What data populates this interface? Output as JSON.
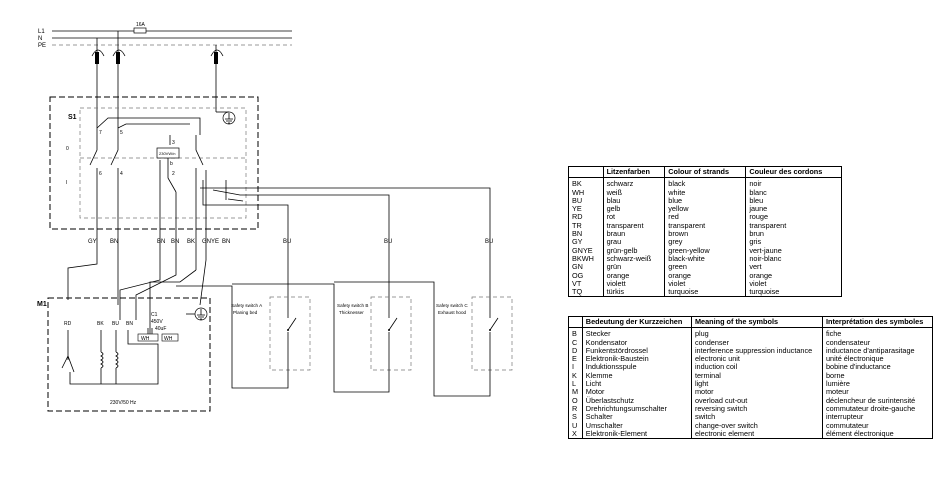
{
  "schematic": {
    "lines": [
      "L1",
      "N",
      "PE"
    ],
    "fuse": "16A",
    "switch": {
      "name": "S1",
      "pin_top": [
        "7",
        "5",
        "3"
      ],
      "pin_bottom": [
        "6",
        "4",
        "2"
      ],
      "left_labels": [
        "0",
        "I"
      ],
      "coil": "230VW/n",
      "coil_pins": [
        "a",
        "b"
      ]
    },
    "wire_labels": [
      "GY",
      "BN",
      "BN",
      "BN",
      "BK",
      "GNYE",
      "BN",
      "BU",
      "BU",
      "BU"
    ],
    "motor": {
      "name": "M1",
      "terminals": [
        "RD",
        "BK",
        "BU",
        "BN"
      ],
      "capacitor": "C1",
      "cap_voltage": "450V",
      "cap_value": "40uF",
      "cap_terminals": [
        "WH",
        "WH"
      ],
      "rating": "230V/50 Hz"
    },
    "safety_switches": [
      {
        "label": "Safety switch A",
        "sub": "Planing bed"
      },
      {
        "label": "Safety switch B",
        "sub": "Thicknesser"
      },
      {
        "label": "Safety switch C",
        "sub": "Exhaust hood"
      }
    ]
  },
  "colour_table": {
    "headers": [
      "",
      "Litzenfarben",
      "Colour of strands",
      "Couleur des cordons"
    ],
    "rows": [
      [
        "BK",
        "schwarz",
        "black",
        "noir"
      ],
      [
        "WH",
        "weiß",
        "white",
        "blanc"
      ],
      [
        "BU",
        "blau",
        "blue",
        "bleu"
      ],
      [
        "YE",
        "gelb",
        "yellow",
        "jaune"
      ],
      [
        "RD",
        "rot",
        "red",
        "rouge"
      ],
      [
        "TR",
        "transparent",
        "transparent",
        "transparent"
      ],
      [
        "BN",
        "braun",
        "brown",
        "brun"
      ],
      [
        "GY",
        "grau",
        "grey",
        "gris"
      ],
      [
        "GNYE",
        "grün-gelb",
        "green-yellow",
        "vert-jaune"
      ],
      [
        "BKWH",
        "schwarz-weiß",
        "black-white",
        "noir-blanc"
      ],
      [
        "GN",
        "grün",
        "green",
        "vert"
      ],
      [
        "OG",
        "orange",
        "orange",
        "orange"
      ],
      [
        "VT",
        "violett",
        "violet",
        "violet"
      ],
      [
        "TQ",
        "türkis",
        "turquoise",
        "turquoise"
      ]
    ]
  },
  "symbol_table": {
    "headers": [
      "",
      "Bedeutung der Kurzzeichen",
      "Meaning of the symbols",
      "Interprétation des symboles"
    ],
    "rows": [
      [
        "B",
        "Stecker",
        "plug",
        "fiche"
      ],
      [
        "C",
        "Kondensator",
        "condenser",
        "condensateur"
      ],
      [
        "D",
        "Funkentstördrossel",
        "interference suppression inductance",
        "inductance d'antiparasitage"
      ],
      [
        "E",
        "Elektronik-Baustein",
        "electronic unit",
        "unité électronique"
      ],
      [
        "I",
        "Induktionsspule",
        "induction coil",
        "bobine d'inductance"
      ],
      [
        "K",
        "Klemme",
        "terminal",
        "borne"
      ],
      [
        "L",
        "Licht",
        "light",
        "lumière"
      ],
      [
        "M",
        "Motor",
        "motor",
        "moteur"
      ],
      [
        "O",
        "Überlastschutz",
        "overload cut-out",
        "déclencheur de surintensité"
      ],
      [
        "R",
        "Drehrichtungsumschalter",
        "reversing switch",
        "commutateur droite-gauche"
      ],
      [
        "S",
        "Schalter",
        "switch",
        "interrupteur"
      ],
      [
        "U",
        "Umschalter",
        "change-over switch",
        "commutateur"
      ],
      [
        "X",
        "Elektronik-Element",
        "electronic element",
        "élément électronique"
      ]
    ]
  }
}
